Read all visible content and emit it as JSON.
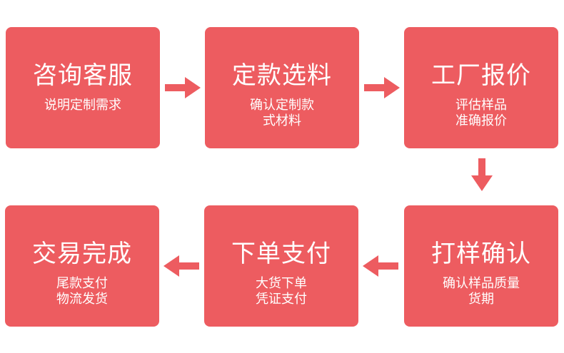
{
  "theme": {
    "box_color": "#ed5c60",
    "arrow_color": "#ed5c60",
    "text_color": "#ffffff"
  },
  "steps": [
    {
      "title": "咨询客服",
      "desc": "说明定制需求"
    },
    {
      "title": "定款选料",
      "desc": "确认定制款\n式材料"
    },
    {
      "title": "工厂报价",
      "desc": "评估样品\n准确报价"
    },
    {
      "title": "打样确认",
      "desc": "确认样品质量\n货期"
    },
    {
      "title": "下单支付",
      "desc": "大货下单\n凭证支付"
    },
    {
      "title": "交易完成",
      "desc": "尾款支付\n物流发货"
    }
  ],
  "arrows": [
    {
      "from": "咨询客服",
      "to": "定款选料",
      "direction": "right"
    },
    {
      "from": "定款选料",
      "to": "工厂报价",
      "direction": "right"
    },
    {
      "from": "工厂报价",
      "to": "打样确认",
      "direction": "down"
    },
    {
      "from": "打样确认",
      "to": "下单支付",
      "direction": "left"
    },
    {
      "from": "下单支付",
      "to": "交易完成",
      "direction": "left"
    }
  ]
}
